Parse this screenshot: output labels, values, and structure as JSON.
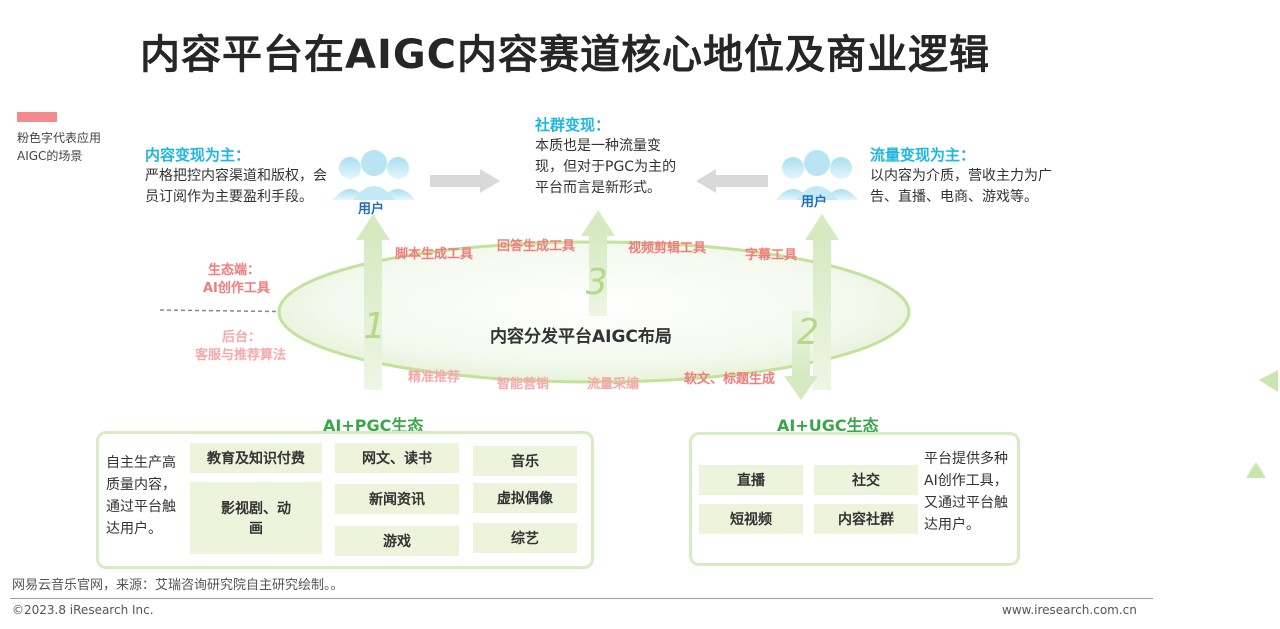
{
  "title": "内容平台在AIGC内容赛道核心地位及商业逻辑",
  "legend": {
    "color": "#f28b8b",
    "text": "粉色字代表应用AIGC的场景"
  },
  "left_block": {
    "heading": "内容变现为主：",
    "text": "严格把控内容渠道和版权，会员订阅作为主要盈利手段。"
  },
  "center_block": {
    "heading": "社群变现：",
    "text": "本质也是一种流量变现，但对于PGC为主的平台而言是新形式。"
  },
  "right_block": {
    "heading": "流量变现为主：",
    "text": "以内容为介质，营收主力为广告、直播、电商、游戏等。"
  },
  "user_left": "用户",
  "user_right": "用户",
  "ellipse_label": "内容分发平台AIGC布局",
  "numbers": {
    "n1": "1",
    "n2": "2",
    "n3": "3"
  },
  "ai_tools_top": [
    "脚本生成工具",
    "回答生成工具",
    "视频剪辑工具",
    "字幕工具"
  ],
  "ai_tools_bottom": [
    "精准推荐",
    "智能营销",
    "流量采编",
    "软文、标题生成"
  ],
  "side_labels": {
    "eco_title": "生态端：",
    "eco_sub": "AI创作工具",
    "back_title": "后台：",
    "back_sub": "客服与推荐算法"
  },
  "pgc": {
    "title": "AI+PGC生态",
    "desc": "自主生产高质量内容，通过平台触达用户。",
    "cells": [
      "教育及知识付费",
      "网文、读书",
      "音乐",
      "影视剧、动画",
      "新闻资讯",
      "虚拟偶像",
      "游戏",
      "综艺"
    ]
  },
  "ugc": {
    "title": "AI+UGC生态",
    "desc": "平台提供多种AI创作工具，又通过平台触达用户。",
    "cells": [
      "直播",
      "社交",
      "短视频",
      "内容社群"
    ]
  },
  "source": "网易云音乐官网，来源：艾瑞咨询研究院自主研究绘制。。",
  "copyright": "©2023.8 iResearch Inc.",
  "website": "www.iresearch.com.cn"
}
